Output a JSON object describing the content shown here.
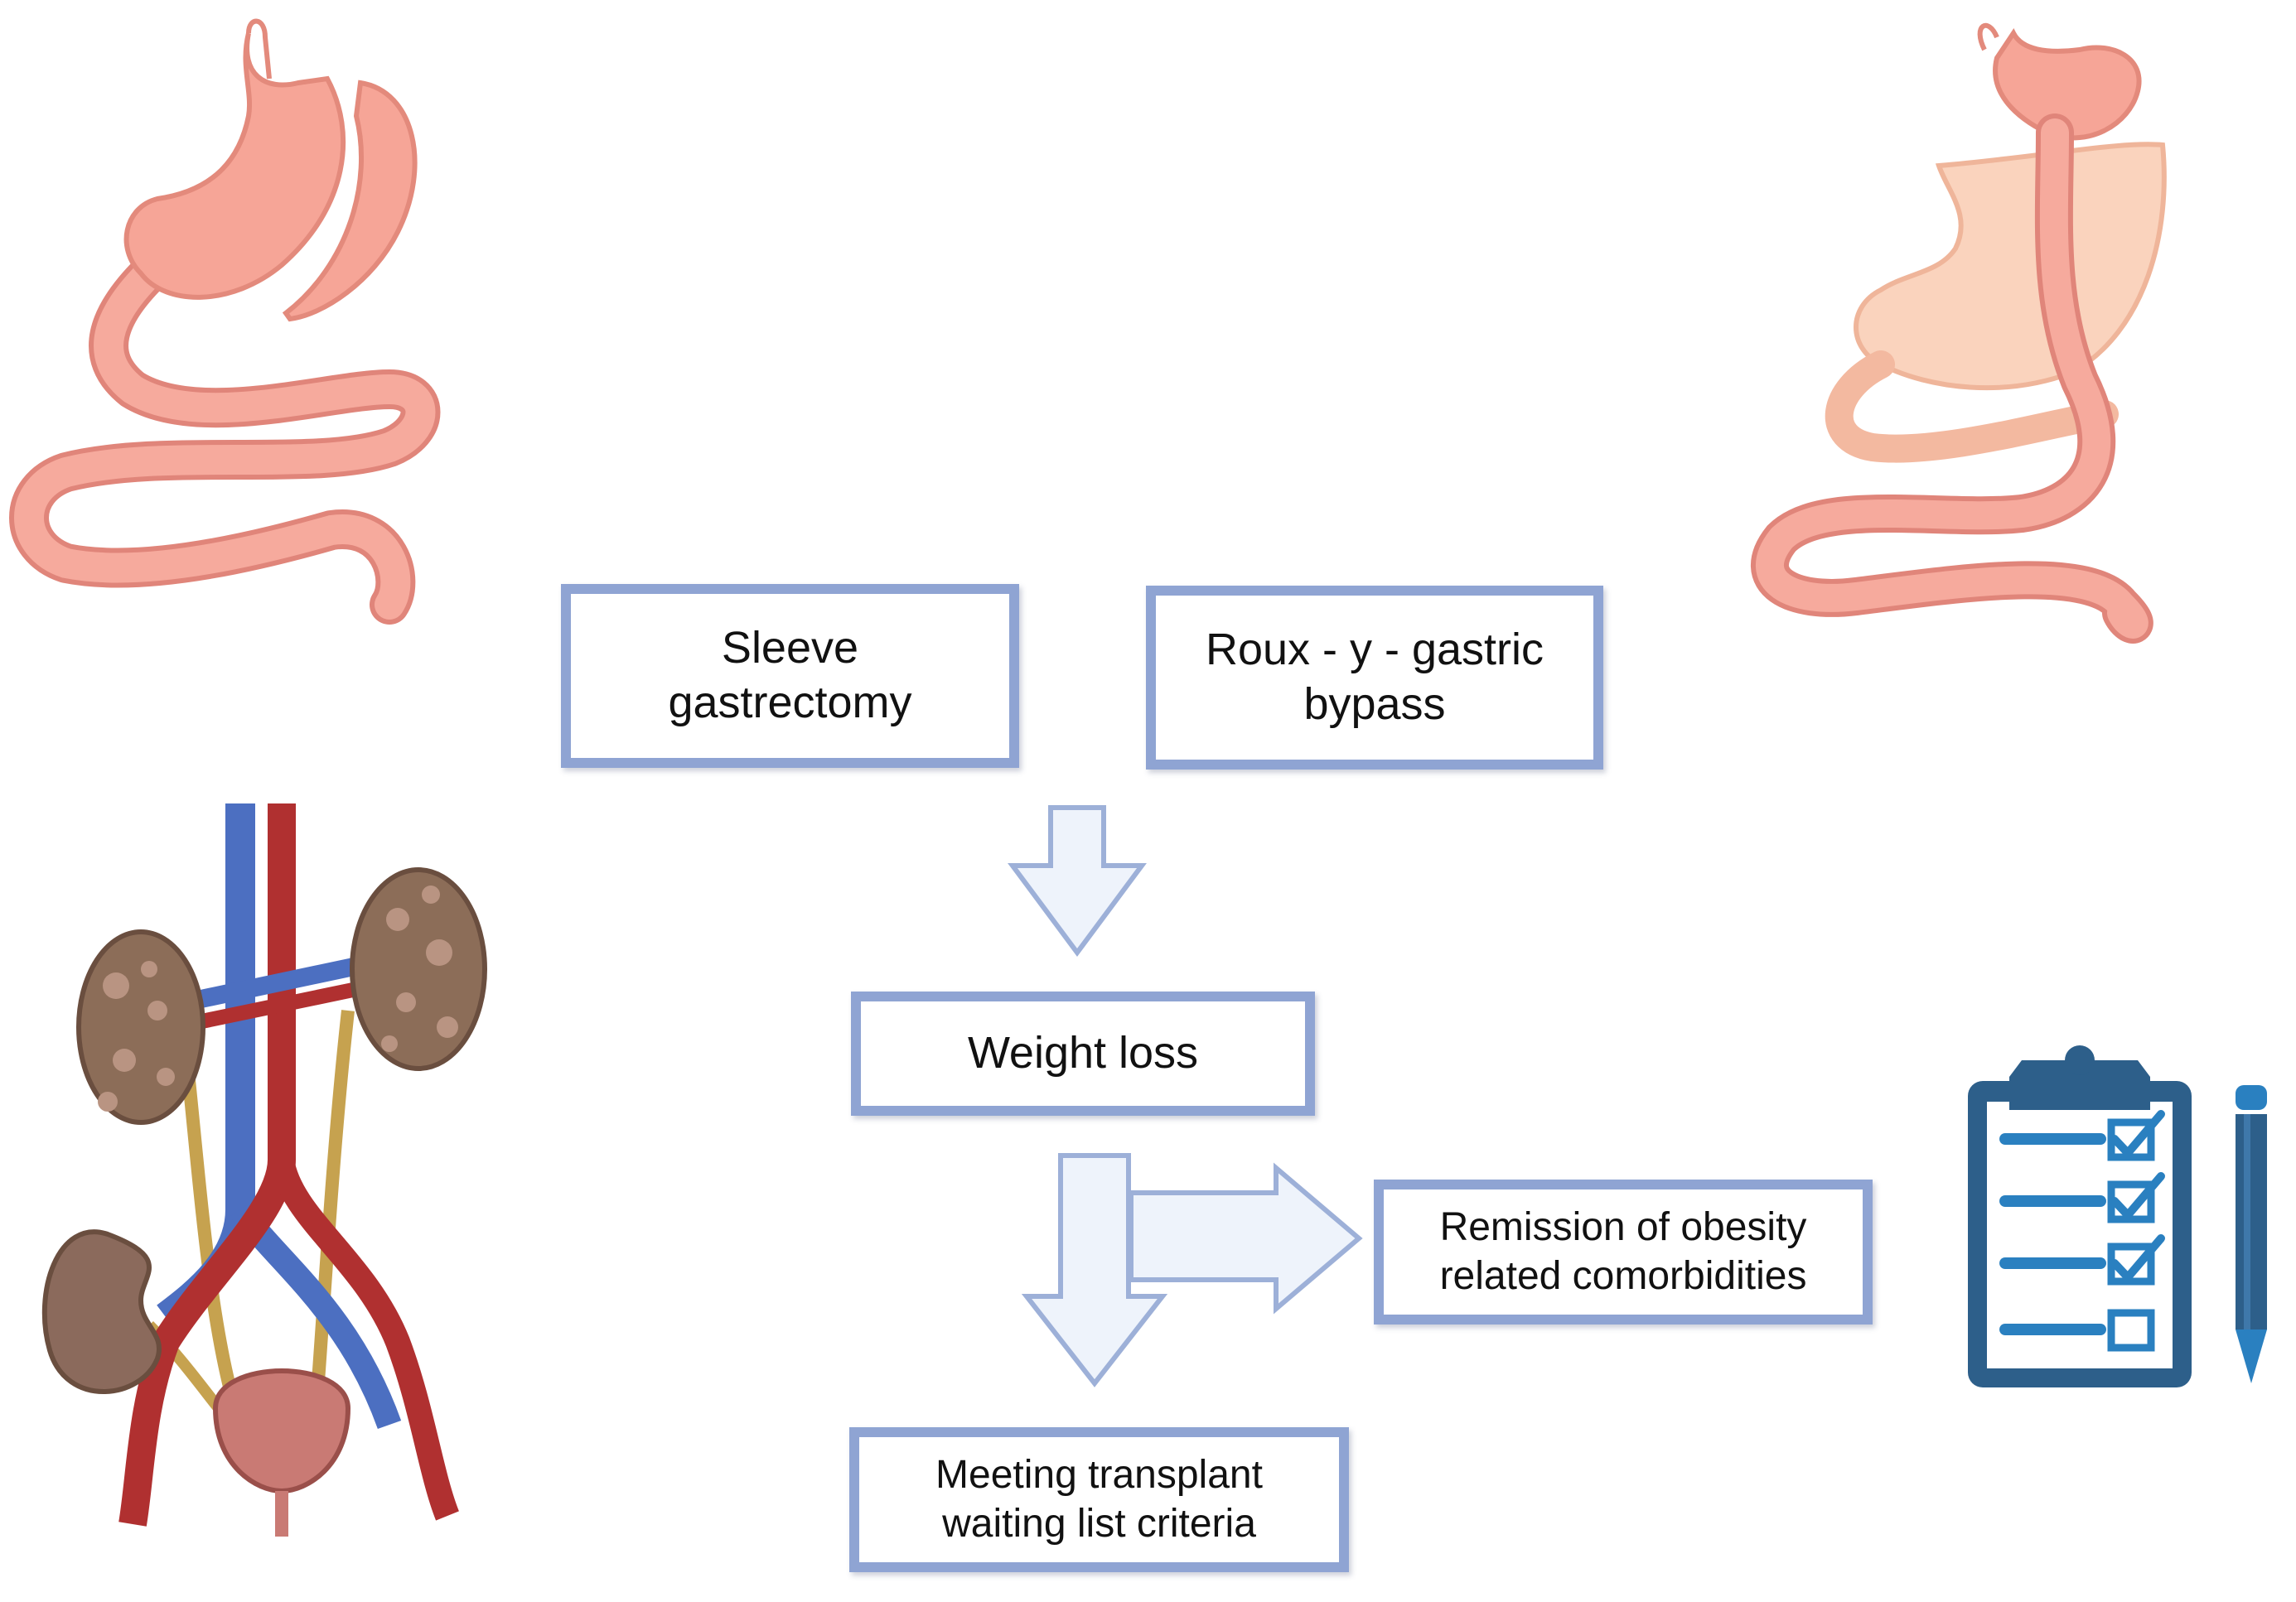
{
  "diagram": {
    "nodes": {
      "sleeve": {
        "label": "Sleeve\ngastrectomy"
      },
      "bypass": {
        "label": "Roux - y - gastric\nbypass"
      },
      "weight_loss": {
        "label": "Weight loss"
      },
      "remission": {
        "label": "Remission of obesity\nrelated comorbidities"
      },
      "transplant": {
        "label": "Meeting transplant\nwaiting list criteria"
      }
    },
    "edges": [
      {
        "from": "surgery",
        "to": "weight_loss"
      },
      {
        "from": "weight_loss",
        "to": "remission"
      },
      {
        "from": "weight_loss",
        "to": "transplant"
      }
    ]
  },
  "illustrations": [
    {
      "name": "sleeve-gastrectomy-illustration",
      "color": "#f4a598"
    },
    {
      "name": "gastric-bypass-illustration",
      "color": "#f6c8b2"
    },
    {
      "name": "kidney-urinary-system-illustration",
      "color": "#8b6a5c"
    },
    {
      "name": "clipboard-checklist-icon",
      "color": "#2d5f8a"
    },
    {
      "name": "pencil-icon",
      "color": "#2a80c0"
    }
  ],
  "colors": {
    "box_border": "#8fa4d3",
    "arrow_fill": "#eef3fb",
    "arrow_stroke": "#9db0d8"
  }
}
